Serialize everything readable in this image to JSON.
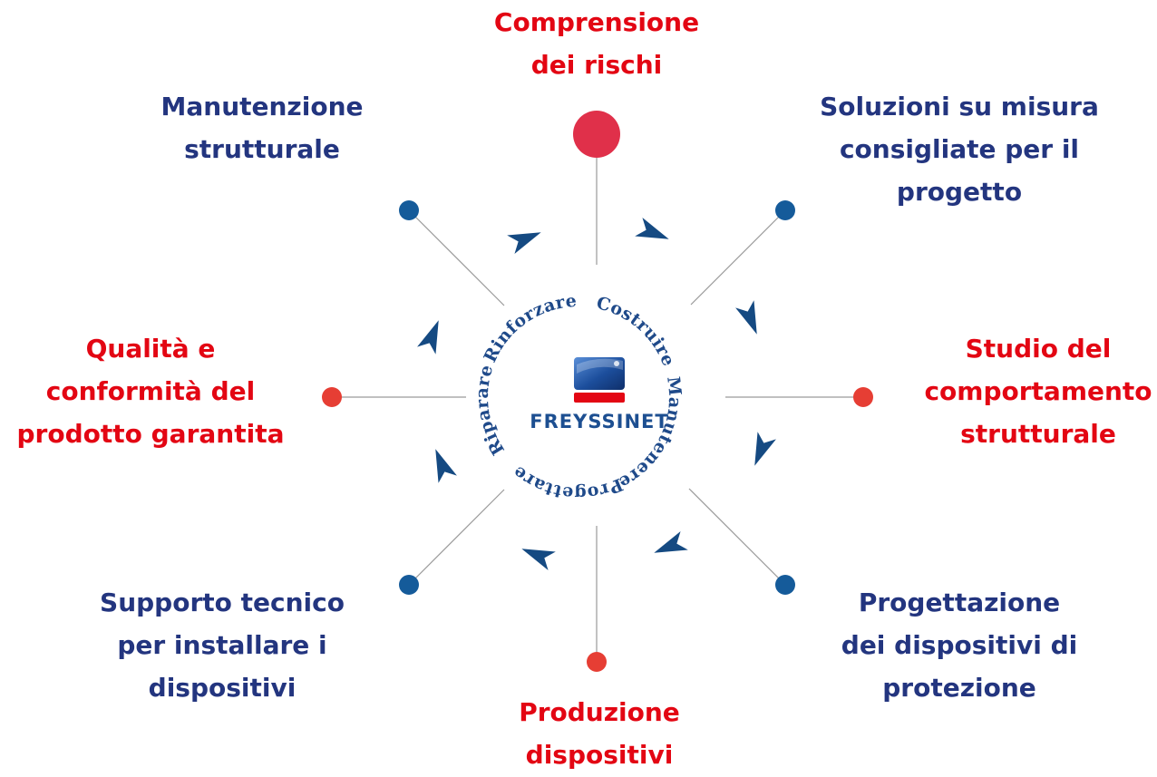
{
  "colors": {
    "red": "#e30613",
    "navy": "#23357f",
    "node_red": "#e63e34",
    "node_blue": "#155b9a",
    "top_node": "#e0304a",
    "line": "#9a9a9a",
    "ring_text": "#1f4a8a",
    "arrow": "#154a82"
  },
  "logo": {
    "brand": "FREYSSINET",
    "icon": "freyssinet-logo-icon"
  },
  "ring": {
    "words": [
      "Costruire",
      "Manutenere",
      "Progettare",
      "Riparare",
      "Rinforzare"
    ]
  },
  "labels": {
    "comprensione": [
      "Comprensione",
      "dei rischi"
    ],
    "soluzioni": [
      "Soluzioni su misura",
      "consigliate per il",
      "progetto"
    ],
    "studio": [
      "Studio del",
      "comportamento",
      "strutturale"
    ],
    "progettazione": [
      "Progettazione",
      "dei dispositivi di",
      "protezione"
    ],
    "produzione": [
      "Produzione",
      "dispositivi"
    ],
    "supporto": [
      "Supporto tecnico",
      "per installare i",
      "dispositivi"
    ],
    "qualita": [
      "Qualità e",
      "conformità del",
      "prodotto garantita"
    ],
    "manutenzione": [
      "Manutenzione",
      "strutturale"
    ]
  }
}
